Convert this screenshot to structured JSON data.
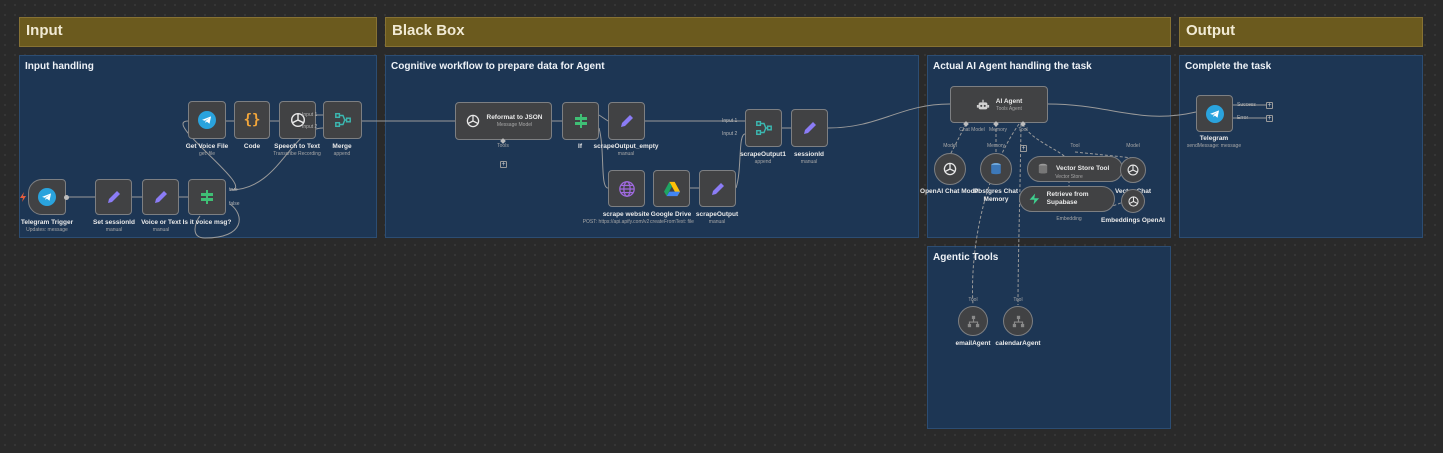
{
  "headers": {
    "input": "Input",
    "black_box": "Black Box",
    "output": "Output"
  },
  "notes": {
    "input_handling": "Input handling",
    "cognitive": "Cognitive workflow to prepare data for Agent",
    "agent": "Actual AI Agent handling the task",
    "complete": "Complete the task",
    "agentic_tools": "Agentic Tools"
  },
  "nodes": {
    "telegram_trigger": {
      "name": "Telegram Trigger",
      "sub": "Updates: message"
    },
    "set_session": {
      "name": "Set sessionId",
      "sub": "manual"
    },
    "voice_or_text": {
      "name": "Voice or Text",
      "sub": "manual"
    },
    "is_voice": {
      "name": "Is it voice msg?",
      "true": "true",
      "false": "false"
    },
    "get_voice": {
      "name": "Get Voice File",
      "sub": "get: file"
    },
    "code": {
      "name": "Code"
    },
    "speech": {
      "name": "Speech to Text",
      "sub": "Transcribe Recording"
    },
    "merge": {
      "name": "Merge",
      "sub": "append",
      "in1": "Input 1",
      "in2": "Input 2"
    },
    "reformat": {
      "name": "Reformat to JSON",
      "sub": "Message Model",
      "port": "Tools"
    },
    "if": {
      "name": "If"
    },
    "scrape_empty": {
      "name": "scrapeOutput_empty",
      "sub": "manual"
    },
    "scrape_website": {
      "name": "scrape website",
      "sub": "POST: https://api.apify.com/v2"
    },
    "google_drive": {
      "name": "Google Drive",
      "sub": "createFromText: file"
    },
    "scrape_output": {
      "name": "scrapeOutput",
      "sub": "manual"
    },
    "scrape_output1": {
      "name": "scrapeOutput1",
      "sub": "append",
      "in1": "Input 1",
      "in2": "Input 2"
    },
    "sessionid": {
      "name": "sessionId",
      "sub": "manual"
    },
    "ai_agent": {
      "name": "AI Agent",
      "sub": "Tools Agent",
      "chat_model": "Chat Model",
      "memory": "Memory",
      "tool": "Tool"
    },
    "openai_chat": {
      "name": "OpenAI Chat Model",
      "port": "Model"
    },
    "postgres": {
      "name": "Postgres Chat Memory",
      "port": "Memory"
    },
    "vector_store_tool": {
      "name": "Vector Store Tool",
      "port": "Tool",
      "sub_port": "Vector Store"
    },
    "vector_chat": {
      "name": "Vector Chat",
      "port": "Model"
    },
    "retrieve": {
      "name": "Retrieve from Supabase",
      "sub_port": "Embedding"
    },
    "embeddings": {
      "name": "Embeddings OpenAI"
    },
    "telegram_out": {
      "name": "Telegram",
      "sub": "sendMessage: message",
      "success": "Success",
      "error": "Error"
    },
    "email_agent": {
      "name": "emailAgent",
      "port": "Tool"
    },
    "calendar_agent": {
      "name": "calendarAgent",
      "port": "Tool"
    }
  },
  "colors": {
    "header_bg": "#6b5a1e",
    "note_bg": "#1d3654",
    "canvas_bg": "#2a2a2a",
    "node_bg": "#414244",
    "telegram": "#2aa3dd",
    "code": "#f3a63a",
    "set": "#8b7cf6",
    "if": "#3fbf75",
    "merge": "#3bb7b0"
  },
  "icons": {
    "telegram": "telegram-icon",
    "pencil": "pencil-icon",
    "switch": "switch-icon",
    "code": "code-braces-icon",
    "openai": "openai-icon",
    "merge": "merge-icon",
    "globe": "globe-icon",
    "drive": "google-drive-icon",
    "robot": "robot-icon",
    "database": "database-icon",
    "supabase": "supabase-icon",
    "workflow": "workflow-icon",
    "bolt": "bolt-icon"
  }
}
